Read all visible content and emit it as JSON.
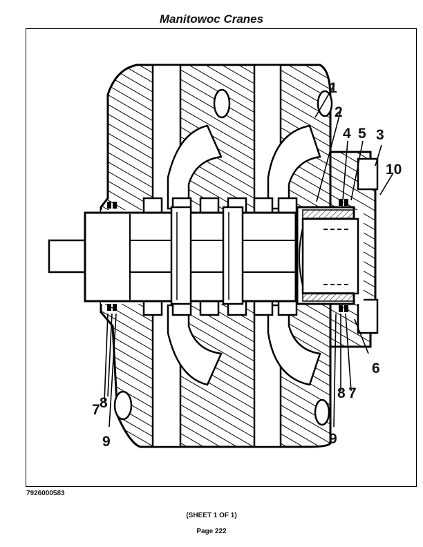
{
  "header": {
    "title": "Manitowoc Cranes"
  },
  "footer": {
    "part_number": "7926000583",
    "sheet": "(SHEET 1 OF 1)",
    "page": "Page 222"
  },
  "diagram": {
    "callouts": [
      {
        "id": "c1",
        "label": "1"
      },
      {
        "id": "c2",
        "label": "2"
      },
      {
        "id": "c3",
        "label": "3"
      },
      {
        "id": "c4",
        "label": "4"
      },
      {
        "id": "c5",
        "label": "5"
      },
      {
        "id": "c10",
        "label": "10"
      },
      {
        "id": "c6",
        "label": "6"
      },
      {
        "id": "c7r",
        "label": "7"
      },
      {
        "id": "c8r",
        "label": "8"
      },
      {
        "id": "c9r",
        "label": "9"
      },
      {
        "id": "c7l",
        "label": "7"
      },
      {
        "id": "c8l",
        "label": "8"
      },
      {
        "id": "c9l",
        "label": "9"
      }
    ]
  }
}
